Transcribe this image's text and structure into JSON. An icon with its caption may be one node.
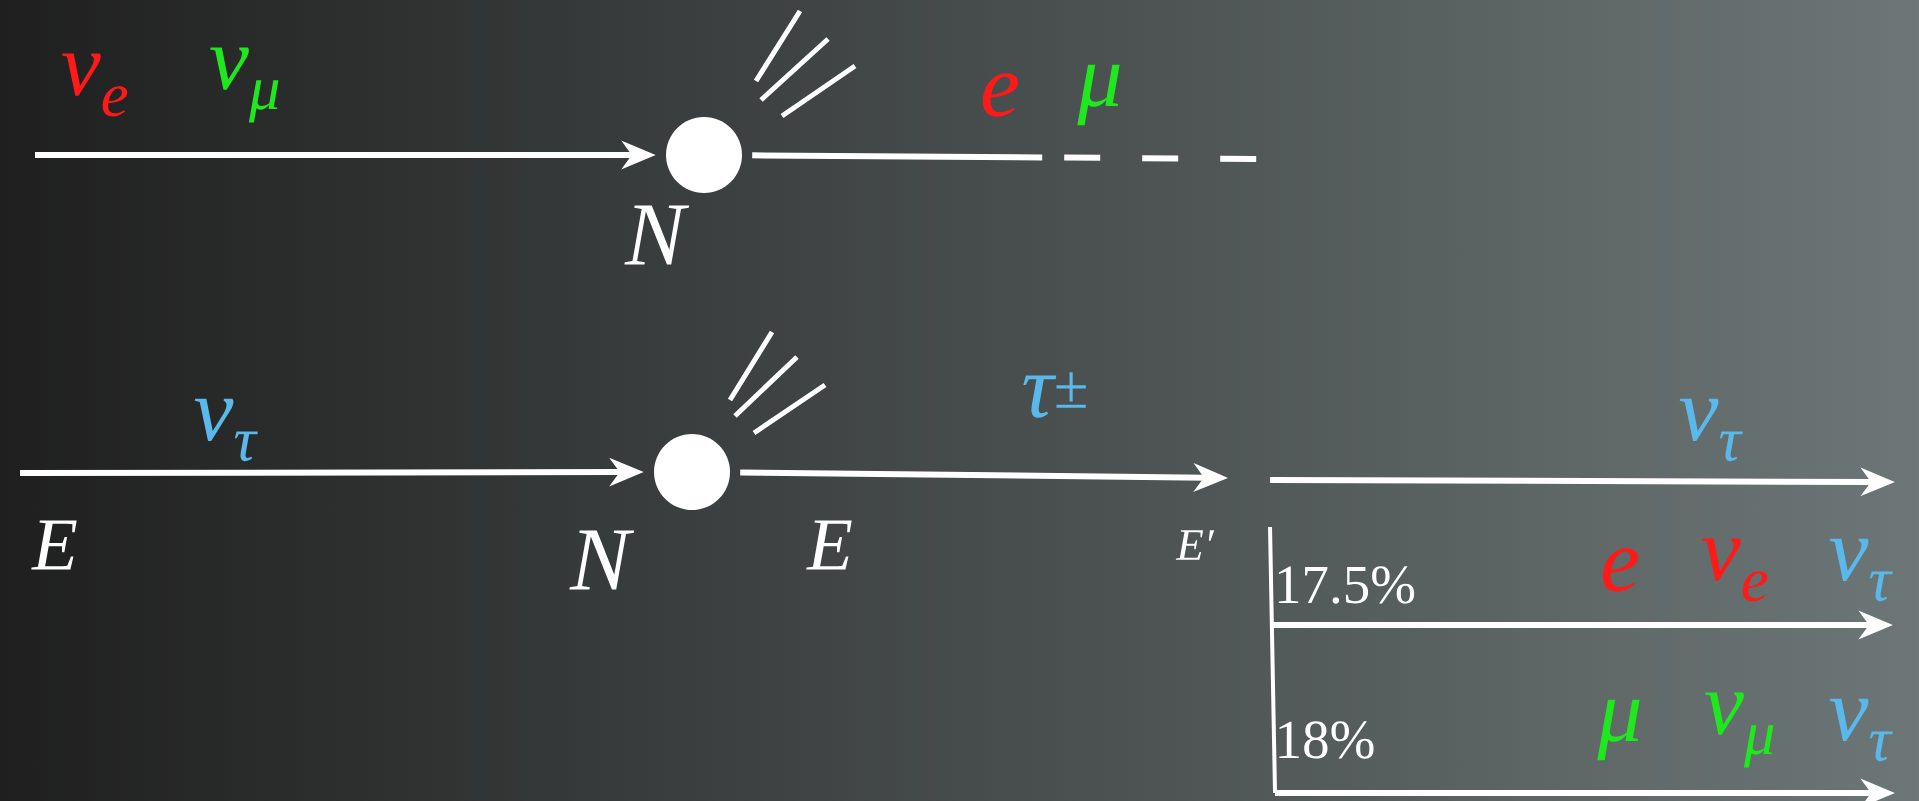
{
  "diagram": {
    "nodes": [
      {
        "text": [],
        "shape": "circle",
        "beside": [
          "N"
        ]
      },
      {
        "text": [],
        "shape": "circle",
        "beside": [
          "N"
        ]
      }
    ],
    "edges": [
      {
        "from": null,
        "to": 0,
        "arrow": "to"
      },
      {
        "from": 0,
        "to": null,
        "arrow": "none",
        "style": "dashed"
      },
      {
        "from": null,
        "to": 1,
        "arrow": "to"
      },
      {
        "from": 1,
        "to": null,
        "arrow": "to"
      }
    ],
    "labels": [
      "ν$_{e}$",
      "ν$_{μ}$",
      "e",
      "μ",
      "ν$_{τ}$",
      "E",
      "τ$^{±}$",
      "E",
      "E′",
      "ν$_{τ}$",
      "17.5%",
      "e",
      "ν$_{e}$",
      "ν$_{τ}$",
      "18%",
      "μ",
      "ν$_{μ}$",
      "ν$_{τ}$"
    ]
  }
}
